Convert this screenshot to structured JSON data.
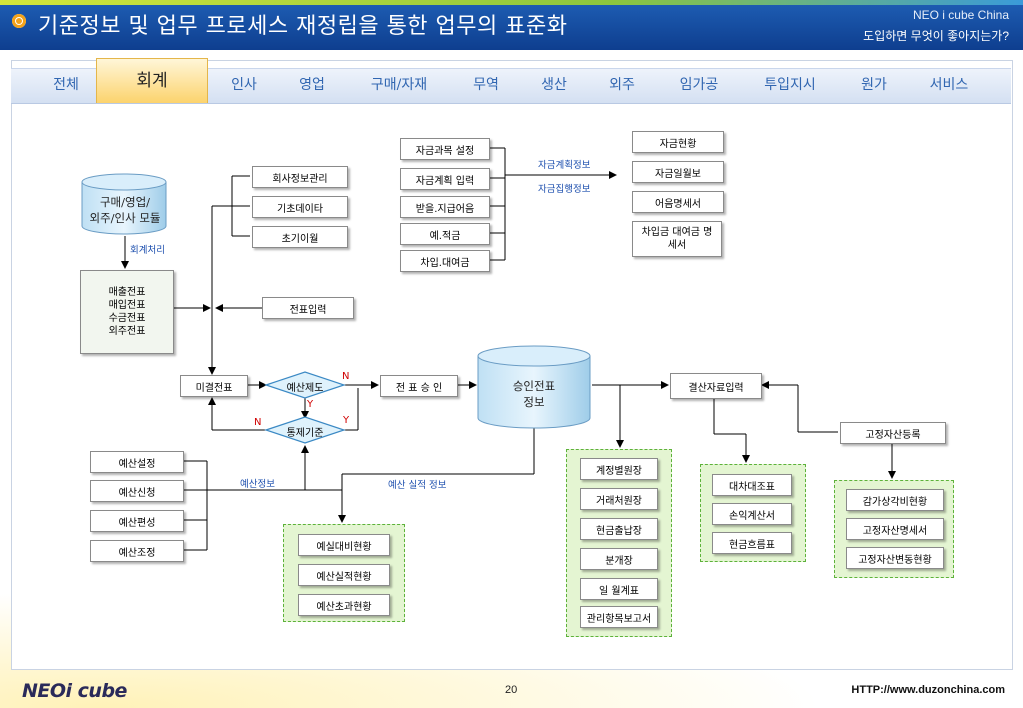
{
  "header": {
    "title": "기준정보 및 업무 프로세스 재정립을 통한 업무의 표준화",
    "subtitle_top": "NEO i cube China",
    "subtitle_bottom": "도입하면 무엇이 좋아지는가?"
  },
  "tabs": [
    {
      "label": "전체",
      "active": false
    },
    {
      "label": "회계",
      "active": true
    },
    {
      "label": "인사",
      "active": false
    },
    {
      "label": "영업",
      "active": false
    },
    {
      "label": "구매/자재",
      "active": false
    },
    {
      "label": "무역",
      "active": false
    },
    {
      "label": "생산",
      "active": false
    },
    {
      "label": "외주",
      "active": false
    },
    {
      "label": "임가공",
      "active": false
    },
    {
      "label": "투입지시",
      "active": false
    },
    {
      "label": "원가",
      "active": false
    },
    {
      "label": "서비스",
      "active": false
    }
  ],
  "diagram": {
    "source_db": {
      "line1": "구매/영업/",
      "line2": "외주/인사 모듈"
    },
    "edge_accounting": "회계처리",
    "slips": [
      "매출전표",
      "매입전표",
      "수금전표",
      "외주전표"
    ],
    "master_items": [
      "회사정보관리",
      "기초데이타",
      "초기이월"
    ],
    "slip_input": "전표입력",
    "unapproved": "미결전표",
    "budget_control": "예산제도",
    "control_standard": "통제기준",
    "approve": "전 표 승 인",
    "approved_db": {
      "line1": "승인전표",
      "line2": "정보"
    },
    "flags": {
      "n_top": "N",
      "y_top": "Y",
      "n_bottom": "N",
      "y_bottom": "Y"
    },
    "fund_inputs": [
      "자금과목 설정",
      "자금계획 입력",
      "받을.지급어음",
      "예.적금",
      "차입.대여금"
    ],
    "fund_labels": [
      "자금계획정보",
      "자금집행정보"
    ],
    "fund_outputs": [
      "자금현황",
      "자금일월보",
      "어음명세서",
      "차입금 대여금 명세서"
    ],
    "budget_items": [
      "예산설정",
      "예산신청",
      "예산편성",
      "예산조정"
    ],
    "budget_info": "예산정보",
    "budget_actual": "예산 실적 정보",
    "budget_reports": [
      "예실대비현황",
      "예산실적현황",
      "예산초과현황"
    ],
    "ledgers": [
      "계정별원장",
      "거래처원장",
      "현금출납장",
      "분개장",
      "일 월계표",
      "관리항목보고서"
    ],
    "closing_input": "결산자료입력",
    "statements": [
      "대차대조표",
      "손익계산서",
      "현금흐름표"
    ],
    "fixed_asset_reg": "고정자산등록",
    "fixed_asset_reports": [
      "감가상각비현황",
      "고정자산명세서",
      "고정자산변동현황"
    ]
  },
  "footer": {
    "logo": "NEOi cube",
    "page": "20",
    "url": "HTTP://www.duzonchina.com"
  }
}
